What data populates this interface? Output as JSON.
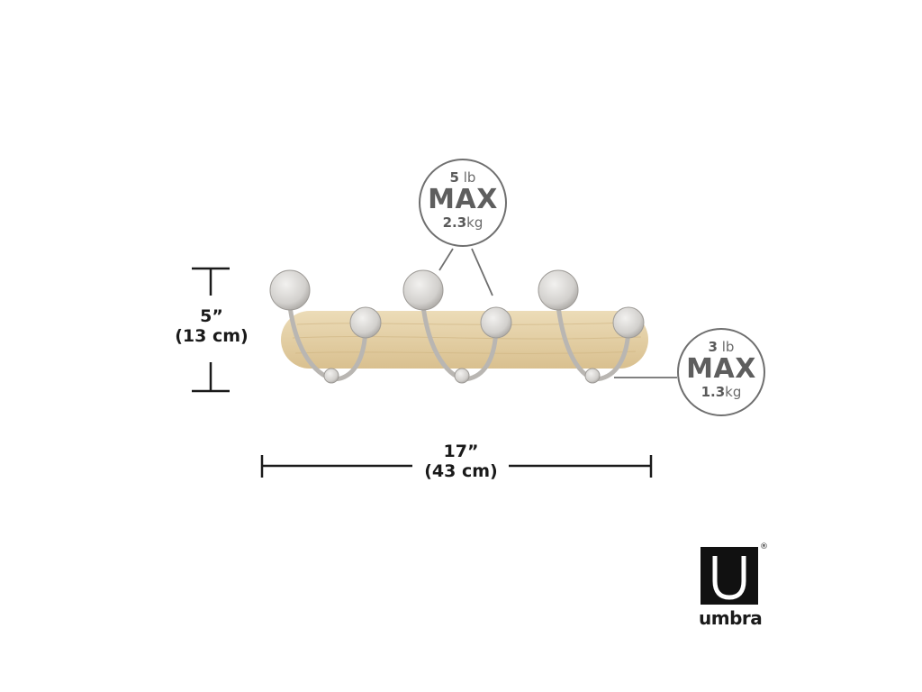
{
  "height_dimension": {
    "imperial": "5”",
    "metric": "(13 cm)"
  },
  "width_dimension": {
    "imperial": "17”",
    "metric": "(43 cm)"
  },
  "center_hook_capacity": {
    "imperial_value": "5",
    "imperial_unit": "lb",
    "label": "MAX",
    "metric_value": "2.3",
    "metric_unit": "kg"
  },
  "end_hook_capacity": {
    "imperial_value": "3",
    "imperial_unit": "lb",
    "label": "MAX",
    "metric_value": "1.3",
    "metric_unit": "kg"
  },
  "brand": {
    "name": "umbra",
    "mark": "®"
  },
  "colors": {
    "wood": "#e4cfa6",
    "metal": "#cfcdca",
    "outline": "#6f6f6f",
    "text": "#1a1a1a",
    "logo": "#111111"
  }
}
